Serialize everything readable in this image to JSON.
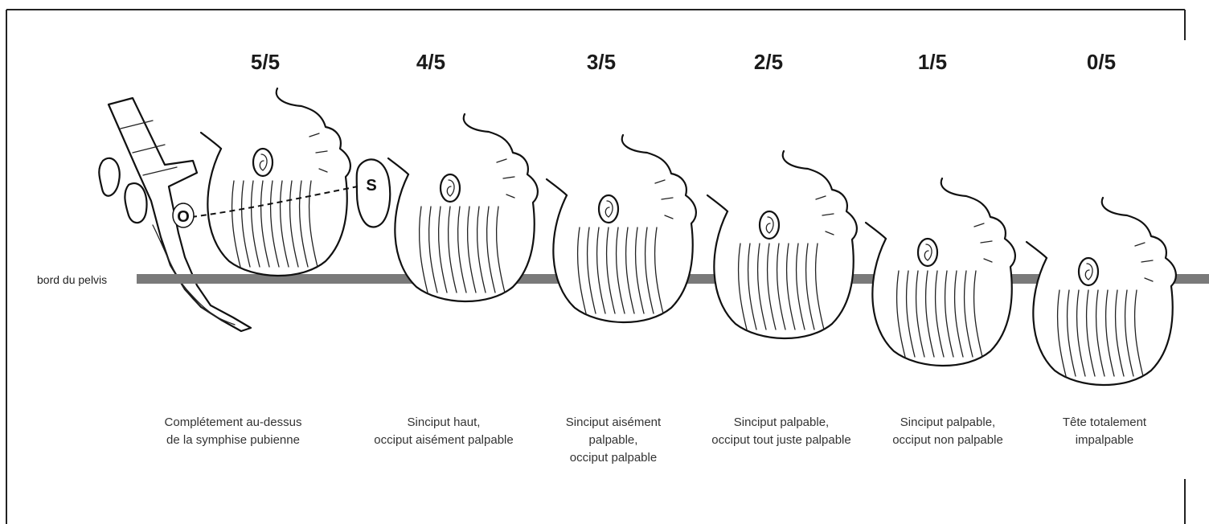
{
  "pelvic_brim_label": "bord du pelvis",
  "landmarks": {
    "occiput": "O",
    "symphysis": "S"
  },
  "stages": [
    {
      "fraction": "5/5",
      "lines": [
        "Complétement au-dessus",
        "de la symphise pubienne"
      ]
    },
    {
      "fraction": "4/5",
      "lines": [
        "Sinciput haut,",
        "occiput aisément palpable"
      ]
    },
    {
      "fraction": "3/5",
      "lines": [
        "Sinciput aisément",
        "palpable,",
        "occiput palpable"
      ]
    },
    {
      "fraction": "2/5",
      "lines": [
        "Sinciput palpable,",
        "occiput tout juste palpable"
      ]
    },
    {
      "fraction": "1/5",
      "lines": [
        "Sinciput palpable,",
        "occiput non palpable"
      ]
    },
    {
      "fraction": "0/5",
      "lines": [
        "Tête totalement",
        "impalpable"
      ]
    }
  ],
  "colors": {
    "pelvic_brim_bar": "#7a7a7a",
    "ink": "#111111"
  }
}
